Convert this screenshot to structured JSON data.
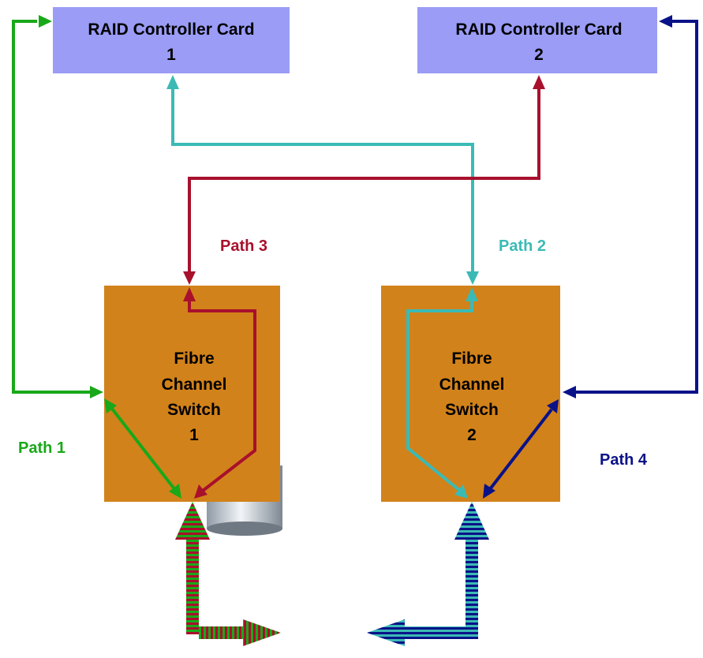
{
  "controllers": [
    {
      "line1": "RAID Controller Card",
      "line2": "1"
    },
    {
      "line1": "RAID Controller Card",
      "line2": "2"
    }
  ],
  "switches": [
    {
      "line1": "Fibre",
      "line2": "Channel",
      "line3": "Switch",
      "line4": "1"
    },
    {
      "line1": "Fibre",
      "line2": "Channel",
      "line3": "Switch",
      "line4": "2"
    }
  ],
  "paths": [
    {
      "label": "Path 1",
      "color": "#19a819"
    },
    {
      "label": "Path 2",
      "color": "#3bbab5"
    },
    {
      "label": "Path 3",
      "color": "#a8102c"
    },
    {
      "label": "Path 4",
      "color": "#0a1288"
    }
  ],
  "colors": {
    "controller_fill": "#9a9cf6",
    "switch_fill": "#d2821a"
  }
}
